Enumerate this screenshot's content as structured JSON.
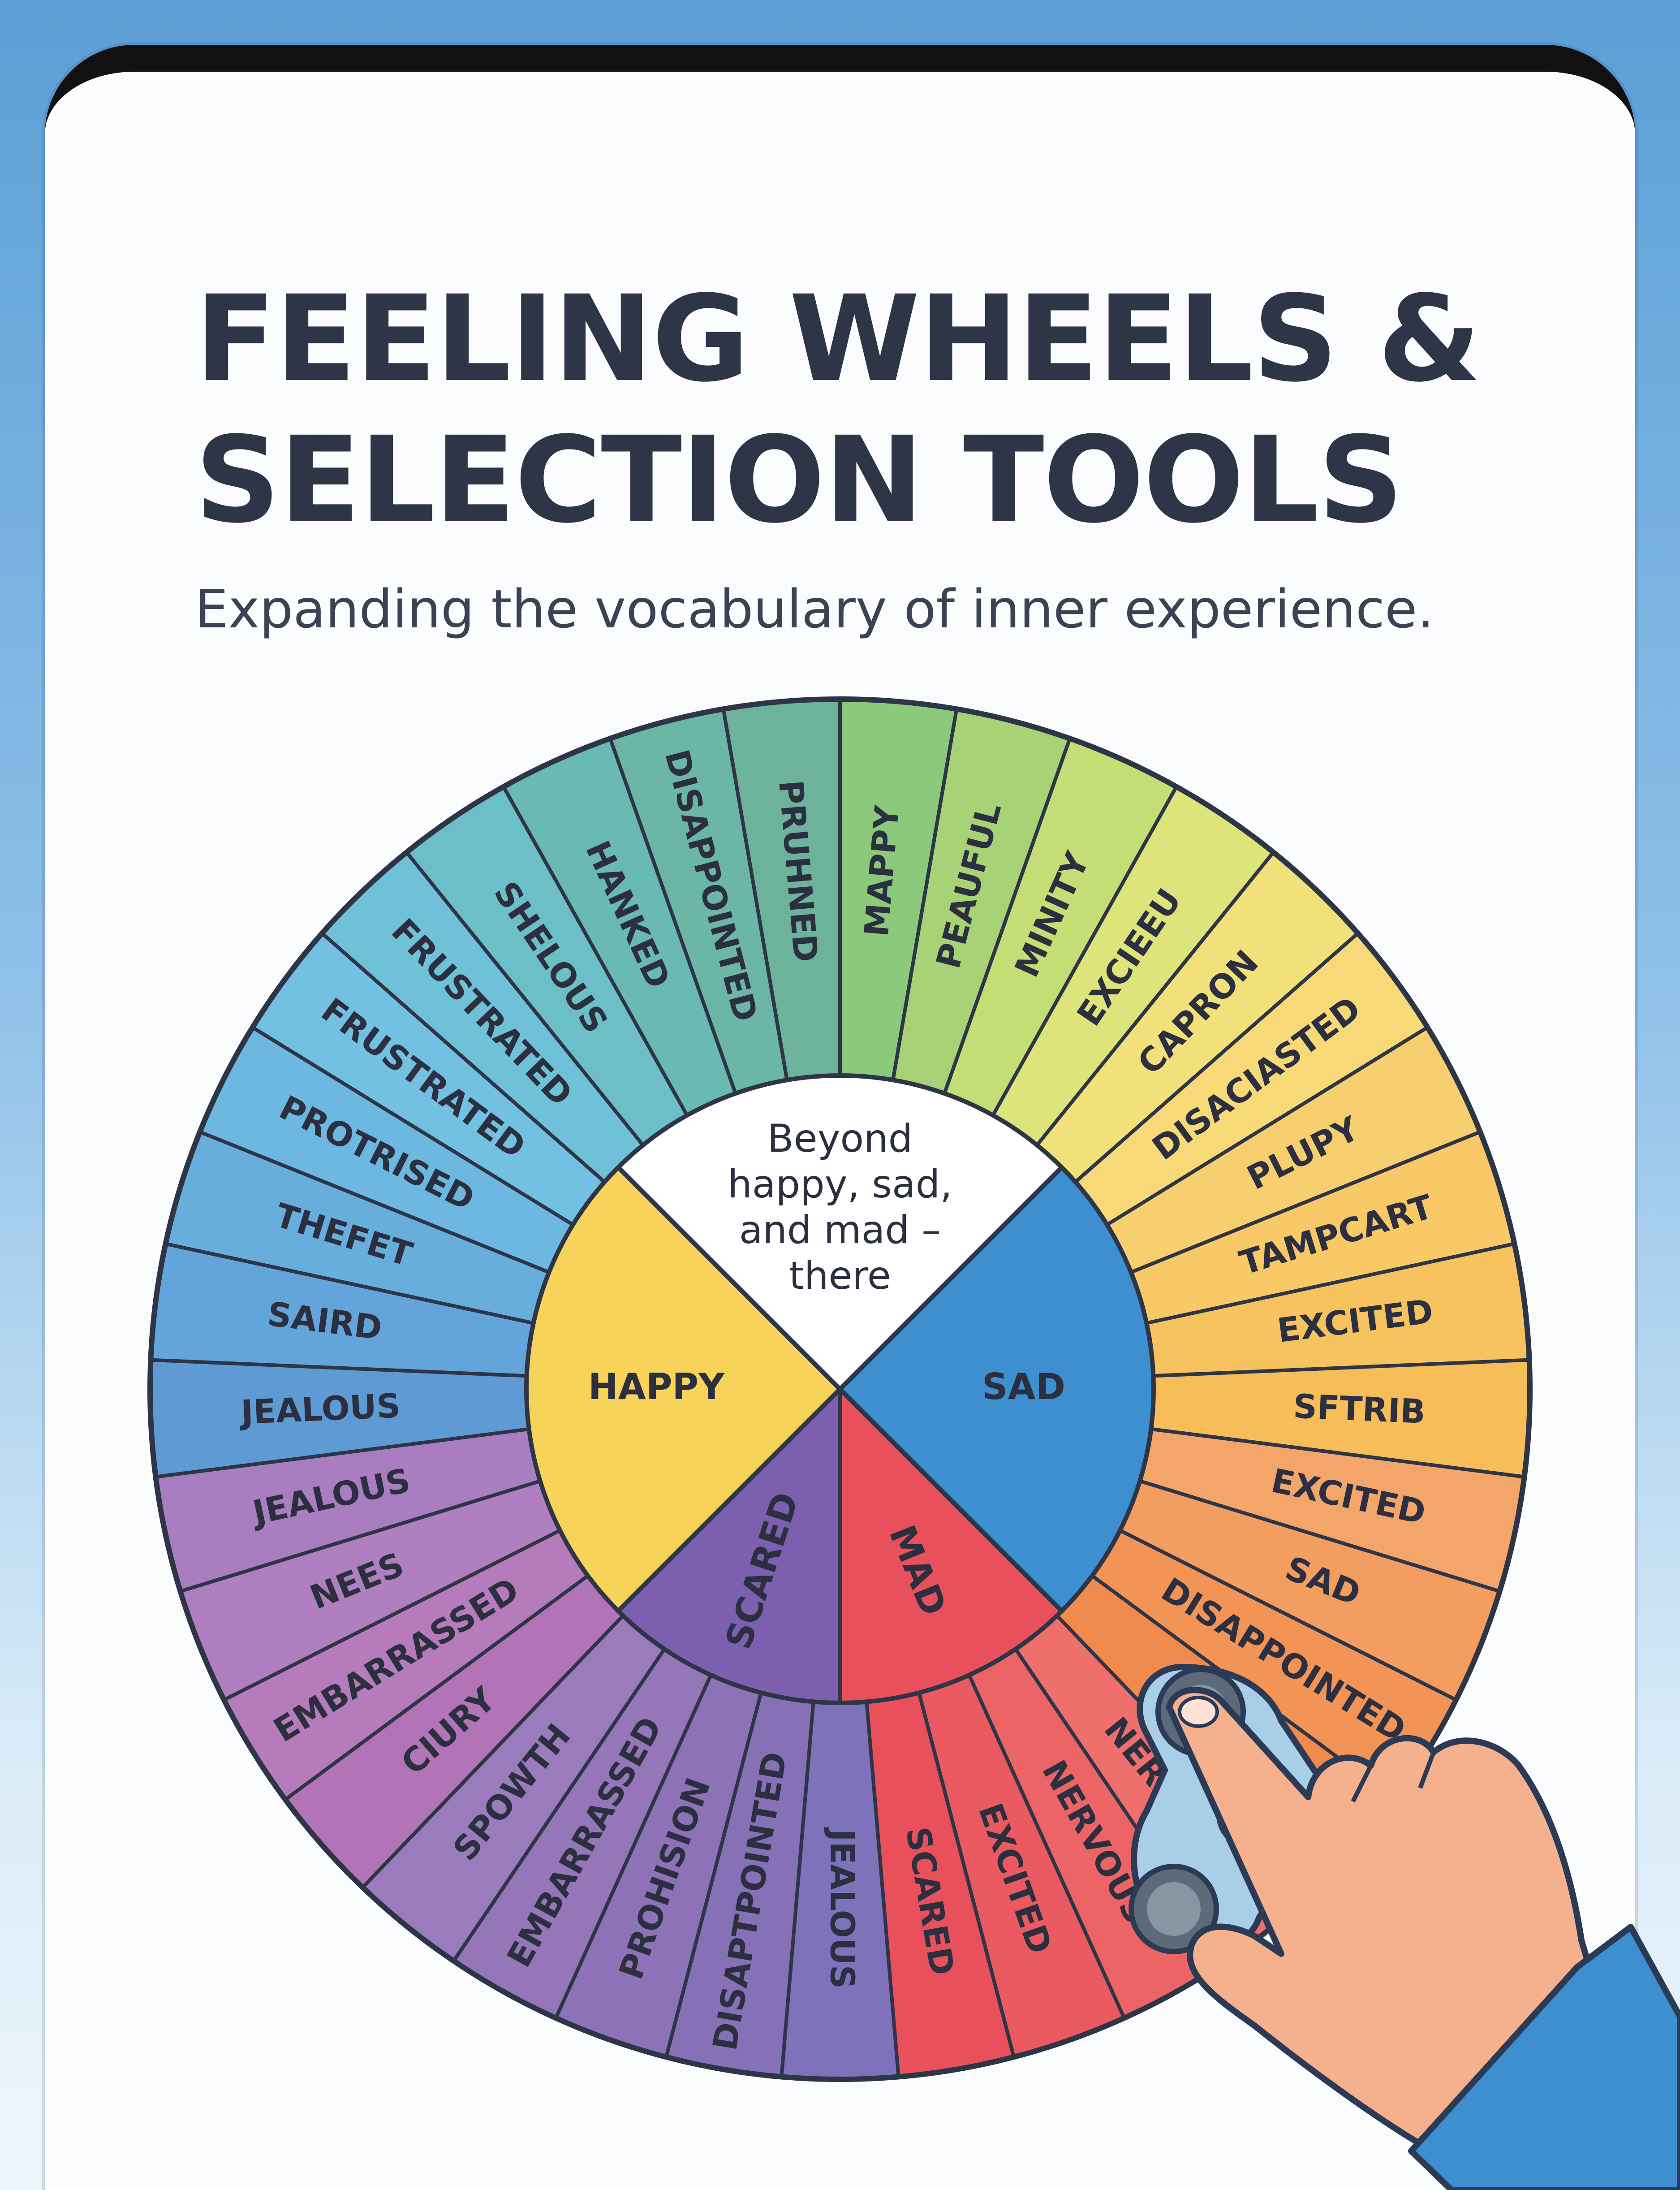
{
  "header": {
    "title_line1": "FEELING WHEELS &",
    "title_line2": "SELECTION TOOLS",
    "subtitle": "Expanding the vocabulary of inner experience."
  },
  "wheel": {
    "center_text": [
      "Beyond",
      "happy, sad,",
      "and mad –",
      "there"
    ],
    "core": [
      {
        "label": "HAPPY",
        "color": "#f7d35a"
      },
      {
        "label": "SAD",
        "color": "#3d8fcf"
      },
      {
        "label": "MAD",
        "color": "#e8505b"
      },
      {
        "label": "SCARED",
        "color": "#7d5fb0"
      }
    ],
    "outer_segments": [
      {
        "label": "MAPPY",
        "color": "#8cc97a"
      },
      {
        "label": "PEAUFUL",
        "color": "#a7d275"
      },
      {
        "label": "MINITY",
        "color": "#c4dd74"
      },
      {
        "label": "EXCIEEU",
        "color": "#dde47a"
      },
      {
        "label": "CAPRON",
        "color": "#f2e07a"
      },
      {
        "label": "DISACIASTED",
        "color": "#f8d978"
      },
      {
        "label": "PLUPY",
        "color": "#f8cf6e"
      },
      {
        "label": "TAMPCART",
        "color": "#f8c966"
      },
      {
        "label": "EXCITED",
        "color": "#f7c35e"
      },
      {
        "label": "SFTRIB",
        "color": "#f6bd58"
      },
      {
        "label": "EXCITED",
        "color": "#f3a56a"
      },
      {
        "label": "SAD",
        "color": "#f39e60"
      },
      {
        "label": "DISAPPOINTED",
        "color": "#f29456"
      },
      {
        "label": "NERVOUS",
        "color": "#f08a4d"
      },
      {
        "label": "NERVOUS",
        "color": "#ef6f6c"
      },
      {
        "label": "NERVOUS",
        "color": "#ec6466"
      },
      {
        "label": "EXCITED",
        "color": "#ea5a60"
      },
      {
        "label": "SCARED",
        "color": "#e8505b"
      },
      {
        "label": "JEALOUS",
        "color": "#7e72ba"
      },
      {
        "label": "DISAPTPOINTED",
        "color": "#8670b6"
      },
      {
        "label": "PROHISION",
        "color": "#8d72b8"
      },
      {
        "label": "EMBARRASSED",
        "color": "#9476b9"
      },
      {
        "label": "SPOWTH",
        "color": "#9a7bbc"
      },
      {
        "label": "CIURY",
        "color": "#b274b6"
      },
      {
        "label": "EMBARRASSED",
        "color": "#b67bbb"
      },
      {
        "label": "NEES",
        "color": "#b07fbf"
      },
      {
        "label": "JEALOUS",
        "color": "#a97ec0"
      },
      {
        "label": "JEALOUS",
        "color": "#5e9bd4"
      },
      {
        "label": "SAIRD",
        "color": "#63a5da"
      },
      {
        "label": "THEFET",
        "color": "#68aedd"
      },
      {
        "label": "PROTRISED",
        "color": "#6db8e0"
      },
      {
        "label": "FRUSTRATED",
        "color": "#72c0e2"
      },
      {
        "label": "FRUSTRATED",
        "color": "#6fc1d8"
      },
      {
        "label": "SHELOUS",
        "color": "#6cbfc6"
      },
      {
        "label": "HANKED",
        "color": "#6abab4"
      },
      {
        "label": "DISAPPOINTED",
        "color": "#6bb6a6"
      },
      {
        "label": "PRUHNED",
        "color": "#6db29a"
      }
    ]
  }
}
